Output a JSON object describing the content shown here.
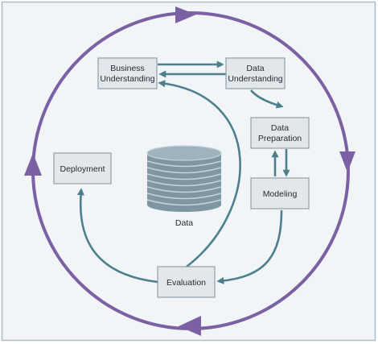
{
  "diagram": {
    "phases": {
      "business_understanding": [
        "Business",
        "Understanding"
      ],
      "data_understanding": [
        "Data",
        "Understanding"
      ],
      "data_preparation": [
        "Data",
        "Preparation"
      ],
      "modeling": [
        "Modeling"
      ],
      "evaluation": [
        "Evaluation"
      ],
      "deployment": [
        "Deployment"
      ]
    },
    "center_label": "Data"
  },
  "colors": {
    "outer_cycle": "#7b61a3",
    "inner_arrows": "#4d7f8c",
    "box_fill": "#e4e7ea",
    "box_border": "#8fa0ab",
    "frame_fill": "#f2f5f7",
    "frame_border": "#a9bcc7",
    "drum_fill": "#7d96a2",
    "drum_stripe": "#c6d3da",
    "text": "#1f2a33"
  }
}
